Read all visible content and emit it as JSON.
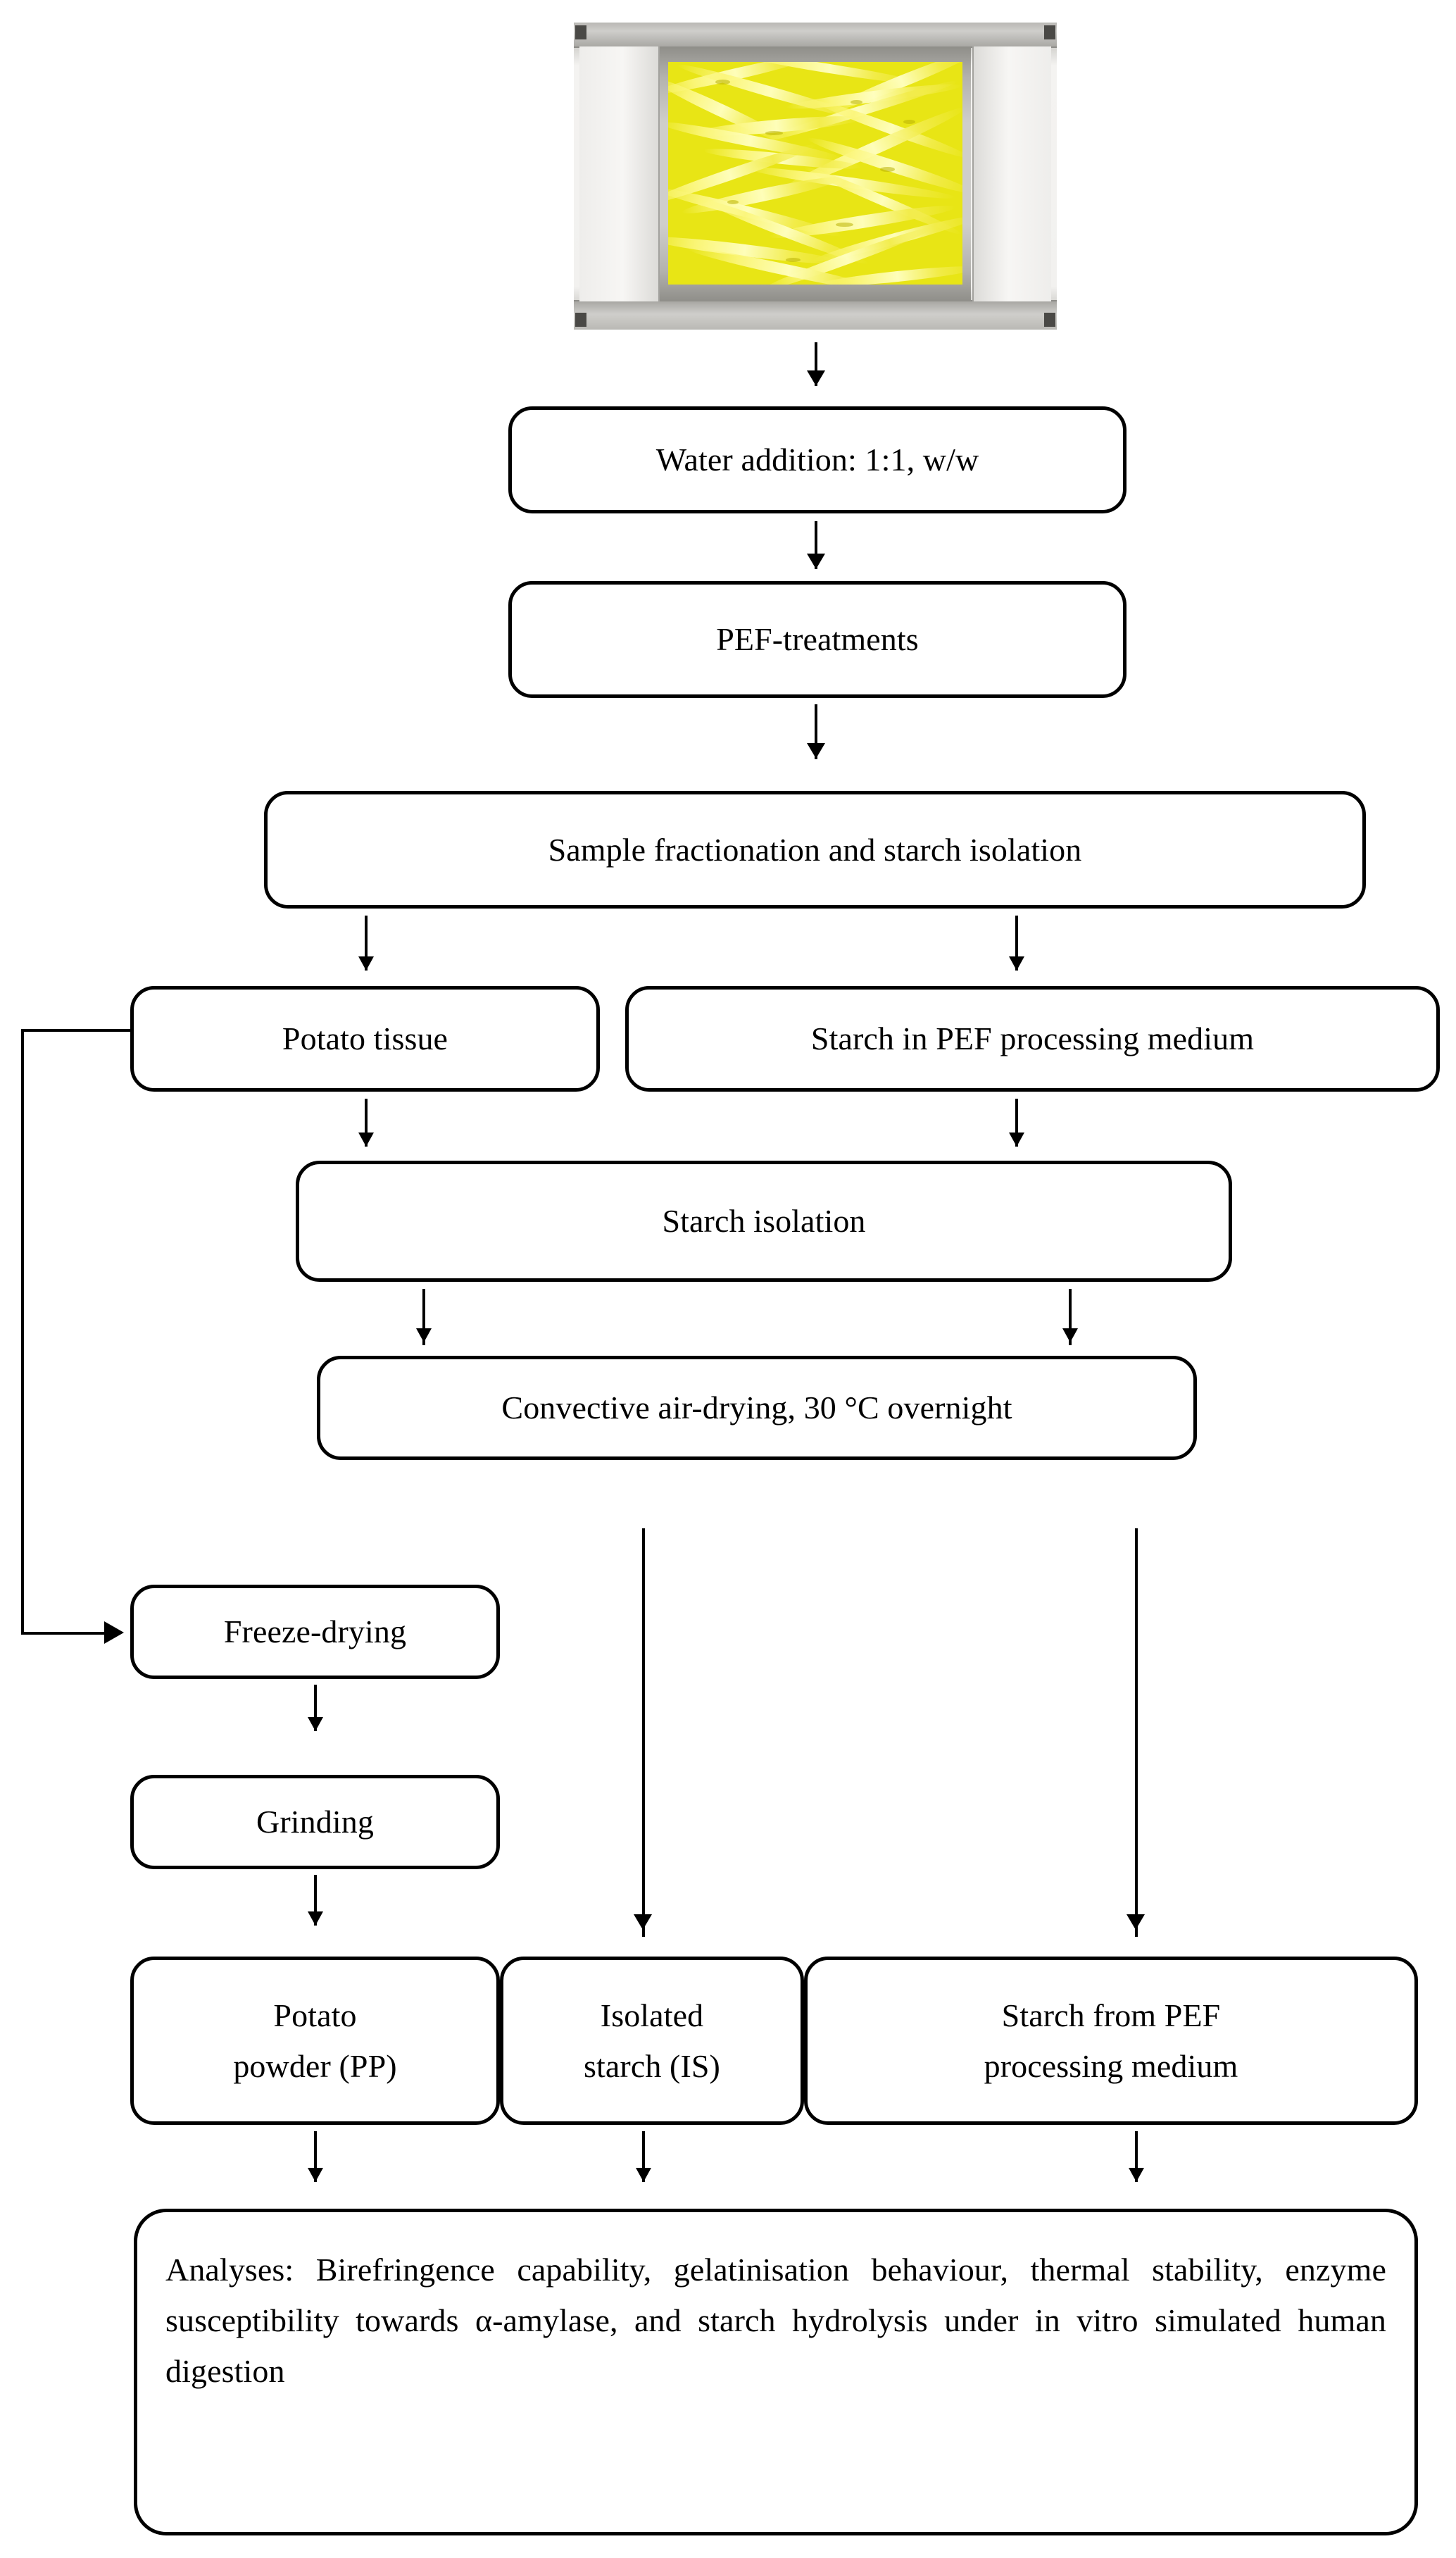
{
  "figure": {
    "type": "process-flowchart",
    "title": "Experimental workflow for PEF-treated potato starch",
    "background_color": "#ffffff",
    "line_color": "#000000"
  },
  "photo": {
    "name": "potato-strips-tray-photo",
    "description": "Shredded yellow potato strips in a metal tray",
    "colors": {
      "strips": "#e8e515",
      "tray": "#cfcecb",
      "tray_rim": "#b9b8b4"
    }
  },
  "nodes": {
    "water_addition": "Water addition: 1:1, w/w",
    "pef_treatments": "PEF-treatments",
    "sample_fractionation": "Sample fractionation and starch isolation",
    "potato_tissue": "Potato tissue",
    "starch_in_pef_medium": "Starch in PEF processing medium",
    "starch_isolation": "Starch isolation",
    "convective_air_drying": "Convective air-drying, 30 °C overnight",
    "freeze_drying": "Freeze-drying",
    "grinding": "Grinding",
    "potato_powder_line1": "Potato",
    "potato_powder_line2": "powder (PP)",
    "isolated_starch_line1": "Isolated",
    "isolated_starch_line2": "starch (IS)",
    "starch_from_pef_line1": "Starch from PEF",
    "starch_from_pef_line2": "processing medium",
    "analyses": "Analyses: Birefringence capability, gelatinisation behaviour, thermal stability, enzyme susceptibility towards α-amylase, and starch hydrolysis under in vitro simulated human digestion"
  },
  "connectors": [
    {
      "name": "photo-to-water-addition",
      "from": "photo",
      "to": "water_addition",
      "style": "arrow-down"
    },
    {
      "name": "water-addition-to-pef",
      "from": "water_addition",
      "to": "pef_treatments",
      "style": "arrow-down"
    },
    {
      "name": "pef-to-fractionation",
      "from": "pef_treatments",
      "to": "sample_fractionation",
      "style": "arrow-down"
    },
    {
      "name": "fractionation-to-potato-tissue",
      "from": "sample_fractionation",
      "to": "potato_tissue",
      "style": "arrow-down"
    },
    {
      "name": "fractionation-to-starch-medium",
      "from": "sample_fractionation",
      "to": "starch_in_pef_medium",
      "style": "arrow-down"
    },
    {
      "name": "potato-tissue-to-starch-isolation",
      "from": "potato_tissue",
      "to": "starch_isolation",
      "style": "arrow-down"
    },
    {
      "name": "starch-medium-to-starch-isolation",
      "from": "starch_in_pef_medium",
      "to": "starch_isolation",
      "style": "arrow-down"
    },
    {
      "name": "potato-tissue-to-freeze-drying",
      "from": "potato_tissue",
      "to": "freeze_drying",
      "style": "elbow-left-arrow-right"
    },
    {
      "name": "starch-isolation-to-air-drying-left",
      "from": "starch_isolation",
      "to": "convective_air_drying",
      "style": "arrow-down"
    },
    {
      "name": "starch-isolation-to-air-drying-right",
      "from": "starch_isolation",
      "to": "convective_air_drying",
      "style": "arrow-down"
    },
    {
      "name": "air-drying-to-isolated-starch",
      "from": "convective_air_drying",
      "to": "isolated_starch",
      "style": "long-arrow-down"
    },
    {
      "name": "air-drying-to-starch-from-pef",
      "from": "convective_air_drying",
      "to": "starch_from_pef",
      "style": "long-arrow-down"
    },
    {
      "name": "freeze-drying-to-grinding",
      "from": "freeze_drying",
      "to": "grinding",
      "style": "arrow-down"
    },
    {
      "name": "grinding-to-potato-powder",
      "from": "grinding",
      "to": "potato_powder",
      "style": "arrow-down"
    },
    {
      "name": "potato-powder-to-analyses",
      "from": "potato_powder",
      "to": "analyses",
      "style": "arrow-down"
    },
    {
      "name": "isolated-starch-to-analyses",
      "from": "isolated_starch",
      "to": "analyses",
      "style": "arrow-down"
    },
    {
      "name": "starch-from-pef-to-analyses",
      "from": "starch_from_pef",
      "to": "analyses",
      "style": "arrow-down"
    }
  ]
}
